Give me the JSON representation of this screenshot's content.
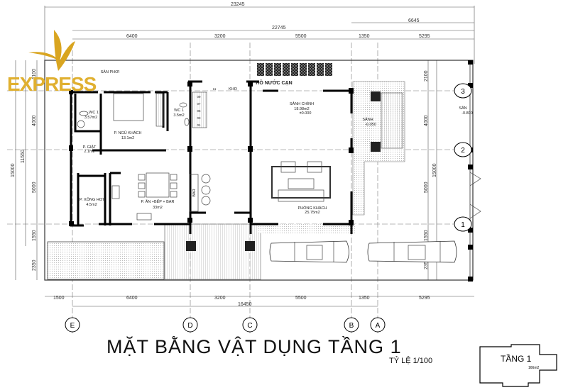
{
  "title": "MẶT BẰNG VẬT DỤNG TẦNG 1",
  "scale": "TỶ LỆ 1/100",
  "key_plan": {
    "label": "TẦNG 1",
    "area": "166m2"
  },
  "logo": {
    "text": "EXPRESS",
    "color": "#d9a520"
  },
  "dimensions": {
    "top_overall": "23245",
    "top_secondary": "22745",
    "top_right": "6645",
    "top_segments": [
      "6400",
      "3200",
      "5500",
      "1350",
      "5295"
    ],
    "bottom_segments": [
      "1500",
      "6400",
      "3200",
      "5500",
      "1350",
      "5295"
    ],
    "bottom_overall": "16450",
    "left_overall": "15000",
    "left_secondary": "11550",
    "left_segments": [
      "1100",
      "4000",
      "5000",
      "1550",
      "2350"
    ],
    "right_segments": [
      "2100",
      "4000",
      "5000",
      "1550",
      "2350"
    ],
    "right_overall": "15000"
  },
  "grid_axes": {
    "columns": [
      "E",
      "D",
      "C",
      "B",
      "A"
    ],
    "rows": [
      "3",
      "2",
      "1"
    ]
  },
  "rooms": [
    {
      "name": "SÂN PHƠI"
    },
    {
      "name": "WC 1",
      "area": "3.57m2"
    },
    {
      "name": "P. NGỦ KHÁCH",
      "area": "13.1m2"
    },
    {
      "name": "WC 1",
      "area": "3.5m2"
    },
    {
      "name": "KHO"
    },
    {
      "name": "HỒ NƯỚC CẠN"
    },
    {
      "name": "SẢNH CHÍNH",
      "area": "18.98m2",
      "level": "±0.000"
    },
    {
      "name": "SẢNH",
      "level": "-0.050"
    },
    {
      "name": "SÂN",
      "level": "-0.800"
    },
    {
      "name": "P. GIẶT",
      "area": "2.1m2"
    },
    {
      "name": "P. XÔNG HƠI",
      "area": "4.5m2"
    },
    {
      "name": "P. ĂN +BẾP + BAR",
      "area": "33m2"
    },
    {
      "name": "PHÒNG KHÁCH",
      "area": "25.75m2"
    }
  ],
  "stair_steps": [
    "11",
    "09",
    "07",
    "05",
    "03",
    "01"
  ],
  "bar_label": "BAR"
}
